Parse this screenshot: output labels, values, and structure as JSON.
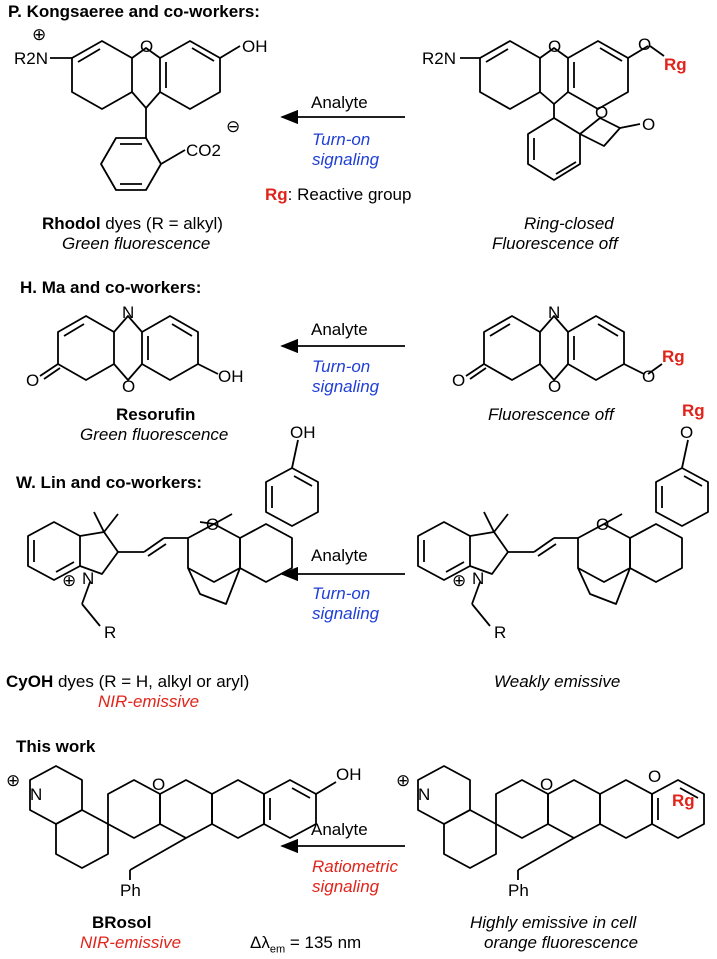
{
  "sections": [
    {
      "header": "P. Kongsaeree and co-workers:",
      "arrow_label": "Analyte",
      "signal": [
        "Turn-on",
        "signaling"
      ],
      "legend": {
        "rg": "Rg",
        "rest": ": Reactive group"
      },
      "product": {
        "name": "Rhodol",
        "name_suffix": " dyes (R = alkyl)",
        "caption": "Green fluorescence"
      },
      "precursor": {
        "caption_1": "Ring-closed",
        "caption_2": "Fluorescence off"
      }
    },
    {
      "header": "H. Ma and co-workers:",
      "arrow_label": "Analyte",
      "signal": [
        "Turn-on",
        "signaling"
      ],
      "product": {
        "name": "Resorufin",
        "caption": "Green fluorescence"
      },
      "precursor": {
        "caption_1": "Fluorescence off"
      }
    },
    {
      "header": "W. Lin and co-workers:",
      "arrow_label": "Analyte",
      "signal": [
        "Turn-on",
        "signaling"
      ],
      "product": {
        "name": "CyOH",
        "name_suffix": " dyes (R = H, alkyl or aryl)",
        "caption": "NIR-emissive"
      },
      "precursor": {
        "caption_1": "Weakly emissive"
      }
    },
    {
      "header": "This work",
      "arrow_label": "Analyte",
      "signal": [
        "Ratiometric",
        "signaling"
      ],
      "shift": "Δλ",
      "shift_sub": "em",
      "shift_value": " = 135 nm",
      "product": {
        "name": "BRosol",
        "caption": "NIR-emissive"
      },
      "precursor": {
        "caption_1": "Highly emissive in cell",
        "caption_2": "orange fluorescence"
      }
    }
  ],
  "atoms": {
    "r2n": "R2N",
    "o": "O",
    "oh": "OH",
    "n": "N",
    "r": "R",
    "rg": "Rg",
    "ph": "Ph",
    "co2": "CO2",
    "plus": "⊕",
    "minus": "⊖"
  },
  "colors": {
    "signal_blue": "#1f3fd6",
    "signal_red": "#e0241b",
    "rg": "#e0241b"
  }
}
